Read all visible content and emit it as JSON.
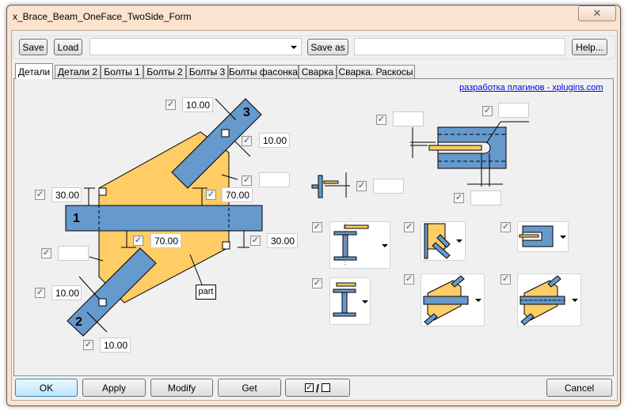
{
  "window": {
    "title": "x_Brace_Beam_OneFace_TwoSide_Form",
    "close_icon": "close-icon"
  },
  "toolbar": {
    "save": "Save",
    "load": "Load",
    "preset_value": "",
    "save_as": "Save as",
    "save_as_value": "",
    "help": "Help..."
  },
  "tabs": [
    {
      "label": "Детали",
      "selected": true
    },
    {
      "label": "Детали 2"
    },
    {
      "label": "Болты 1"
    },
    {
      "label": "Болты 2"
    },
    {
      "label": "Болты 3"
    },
    {
      "label": "Болты фасонка"
    },
    {
      "label": "Сварка"
    },
    {
      "label": "Сварка. Раскосы"
    }
  ],
  "link": "разработка плагинов - xplugins.com",
  "diagram": {
    "labels": {
      "beam1": "1",
      "beam2": "2",
      "beam3": "3",
      "part": "part"
    },
    "fields": {
      "top_width": "10.00",
      "brace3_offset": "10.00",
      "brace3_angle": "",
      "right_upper_gap": "70.00",
      "left_top": "30.00",
      "lower_gap": "70.00",
      "right_bottom": "30.00",
      "brace2_angle": "",
      "brace2_offset": "10.00",
      "bottom_width": "10.00"
    },
    "right_fields": {
      "slot_gap": "",
      "slot_radius": "",
      "plate_gap": "",
      "slot_length": ""
    }
  },
  "colors": {
    "beam": "#6699cc",
    "plate": "#ffcc66",
    "link": "#0000ee"
  },
  "footer": {
    "ok": "OK",
    "apply": "Apply",
    "modify": "Modify",
    "get": "Get",
    "toggle_slash": "/",
    "cancel": "Cancel"
  }
}
